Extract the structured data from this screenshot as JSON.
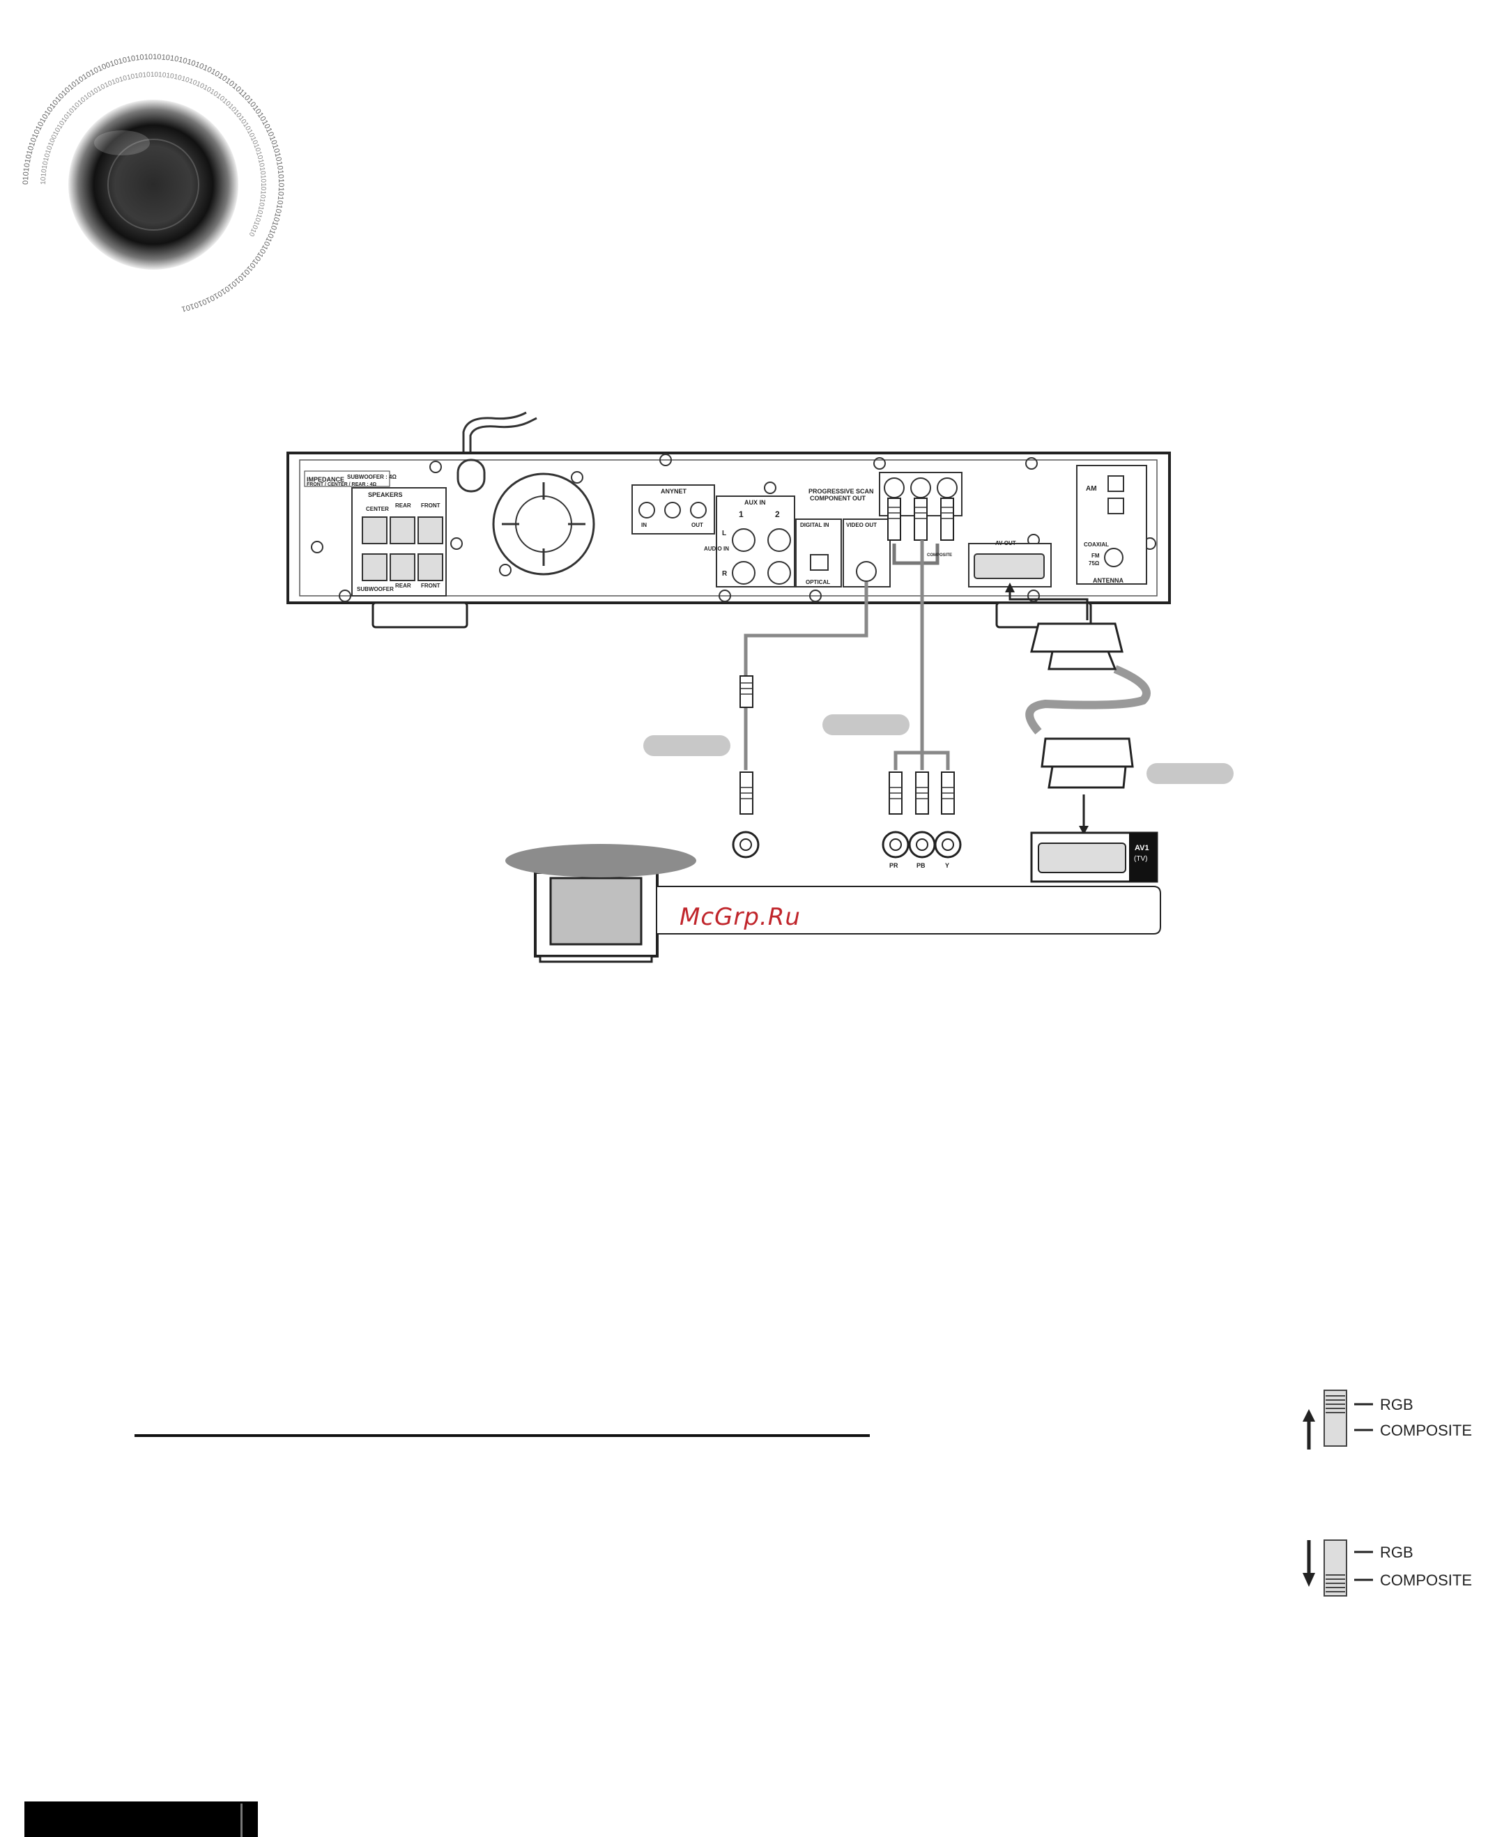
{
  "rear_panel": {
    "impedance_label": "IMPEDANCE",
    "impedance_sub": "SUBWOOFER : 4Ω",
    "impedance_front": "FRONT / CENTER / REAR : 4Ω",
    "speakers_title": "SPEAKERS",
    "center": "CENTER",
    "rear_top": "REAR",
    "front_top": "FRONT",
    "subwoofer": "SUBWOOFER",
    "rear_bottom": "REAR",
    "front_bottom": "FRONT",
    "anynet": "ANYNET",
    "anynet_in": "IN",
    "anynet_out": "OUT",
    "aux_in": "AUX IN",
    "audio_in": "AUDIO IN",
    "aux_1": "1",
    "aux_2": "2",
    "aux_l": "L",
    "aux_r": "R",
    "digital_in": "DIGITAL IN",
    "optical": "OPTICAL",
    "video_out": "VIDEO OUT",
    "progressive_scan": "PROGRESSIVE SCAN",
    "component_out": "COMPONENT OUT",
    "composite": "COMPOSITE",
    "av_out": "AV OUT",
    "am": "AM",
    "coaxial": "COAXIAL",
    "fm": "FM",
    "fm_ohm": "75Ω",
    "antenna": "ANTENNA"
  },
  "tv": {
    "pr": "PR",
    "pb": "PB",
    "y": "Y",
    "av1": "AV1",
    "av1_tv": "(TV)"
  },
  "watermark": "McGrp.Ru",
  "switch_up": {
    "rgb": "RGB",
    "composite": "COMPOSITE"
  },
  "switch_down": {
    "rgb": "RGB",
    "composite": "COMPOSITE"
  },
  "colors": {
    "cable": "#8a8a8a",
    "label_pill": "#c8c8c8",
    "watermark": "#c0252b",
    "tv_top": "#8c8c8c"
  }
}
